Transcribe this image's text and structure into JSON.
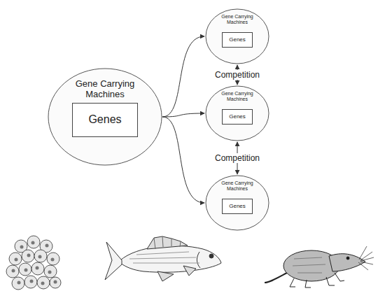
{
  "diagram": {
    "nodes": [
      {
        "text": [
          "Gene Carrying Machines"
        ]
      },
      {
        "text": [
          "Genes"
        ],
        "in": 0
      },
      {
        "text": [
          "Gene Carrying Machines"
        ]
      },
      {
        "text": [
          "Genes"
        ],
        "in": 2
      },
      {
        "text": [
          "Gene Carrying Machines"
        ]
      },
      {
        "text": [
          "Genes"
        ],
        "in": 4
      },
      {
        "text": [
          "Gene Carrying Machines"
        ]
      },
      {
        "text": [
          "Genes"
        ],
        "in": 6
      }
    ],
    "edges": [
      {
        "from": 0,
        "to": 2,
        "arrow": "to"
      },
      {
        "from": 0,
        "to": 4,
        "arrow": "to"
      },
      {
        "from": 0,
        "to": 6,
        "arrow": "to"
      },
      {
        "from": 2,
        "to": 4,
        "label": "Competition",
        "arrow": "both"
      },
      {
        "from": 4,
        "to": 6,
        "label": "Competition",
        "arrow": "both"
      }
    ]
  }
}
